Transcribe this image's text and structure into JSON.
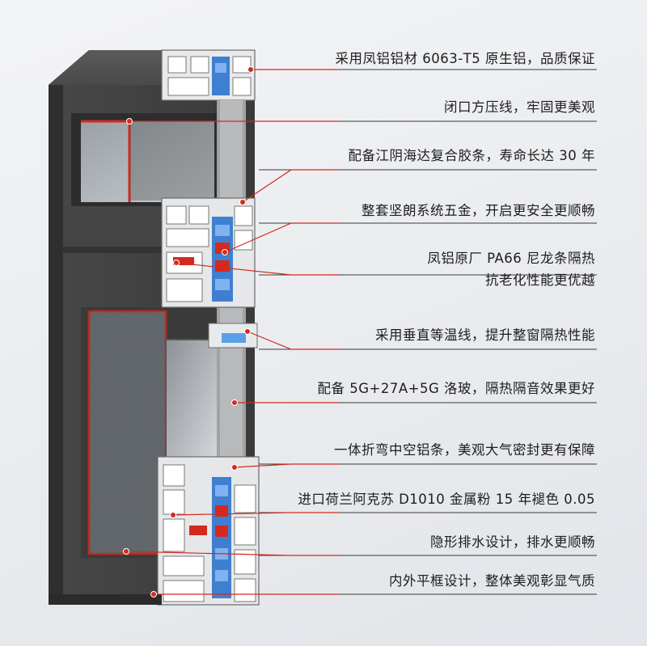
{
  "accent_color": "#d42a1e",
  "frame_color": "#3e3e3e",
  "callouts": [
    {
      "text": "采用凤铝铝材 6063-T5 原生铝，品质保证"
    },
    {
      "text": "闭口方压线，牢固更美观"
    },
    {
      "text": "配备江阴海达复合胶条，寿命长达 30 年"
    },
    {
      "text": "整套坚朗系统五金，开启更安全更顺畅"
    },
    {
      "text": "凤铝原厂 PA66 尼龙条隔热",
      "text2": "抗老化性能更优越"
    },
    {
      "text": "采用垂直等温线，提升整窗隔热性能"
    },
    {
      "text": "配备 5G+27A+5G 洛玻，隔热隔音效果更好"
    },
    {
      "text": "一体折弯中空铝条，美观大气密封更有保障"
    },
    {
      "text": "进口荷兰阿克苏 D1010 金属粉 15 年褪色 0.05"
    },
    {
      "text": "隐形排水设计，排水更顺畅"
    },
    {
      "text": "内外平框设计，整体美观彰显气质"
    }
  ]
}
